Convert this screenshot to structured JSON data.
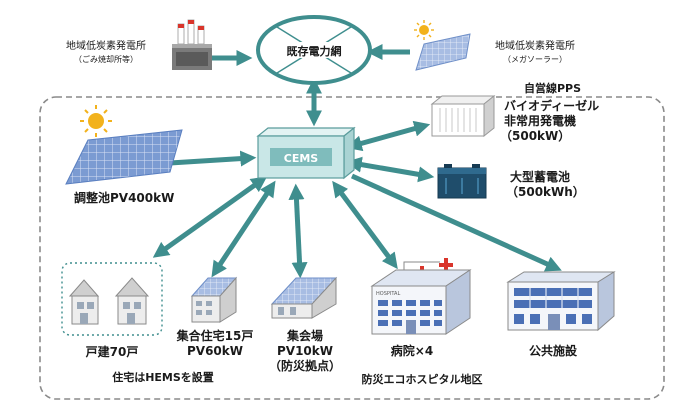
{
  "grid_label": "既存電力網",
  "local_plant_label": "地域低炭素発電所",
  "local_plant_sub": "（ごみ焼却所等）",
  "mega_plant_label": "地域低炭素発電所",
  "mega_plant_sub": "（メガソーラー）",
  "private_line_label": "自営線PPS",
  "cems_label": "CEMS",
  "diesel": {
    "line1": "バイオディーゼル",
    "line2": "非常用発電機",
    "line3": "（500kW）"
  },
  "battery": {
    "line1": "大型蓄電池",
    "line2": "（500kWh）"
  },
  "pond_pv_label": "調整池PV400kW",
  "detached": {
    "label": "戸建70戸",
    "note": "住宅はHEMSを設置"
  },
  "apartment": {
    "line1": "集合住宅15戸",
    "line2": "PV60kW"
  },
  "hall": {
    "line1": "集会場",
    "line2": "PV10kW",
    "line3": "（防災拠点）"
  },
  "hospital": {
    "line1": "病院×4",
    "sign": "HOSPITAL",
    "district": "防災エコホスピタル地区"
  },
  "public_label": "公共施設",
  "colors": {
    "arrow": "#3f8e8e",
    "cems": "#c9e7e7",
    "panel": "#6f8fc8",
    "dash": "#888888"
  }
}
